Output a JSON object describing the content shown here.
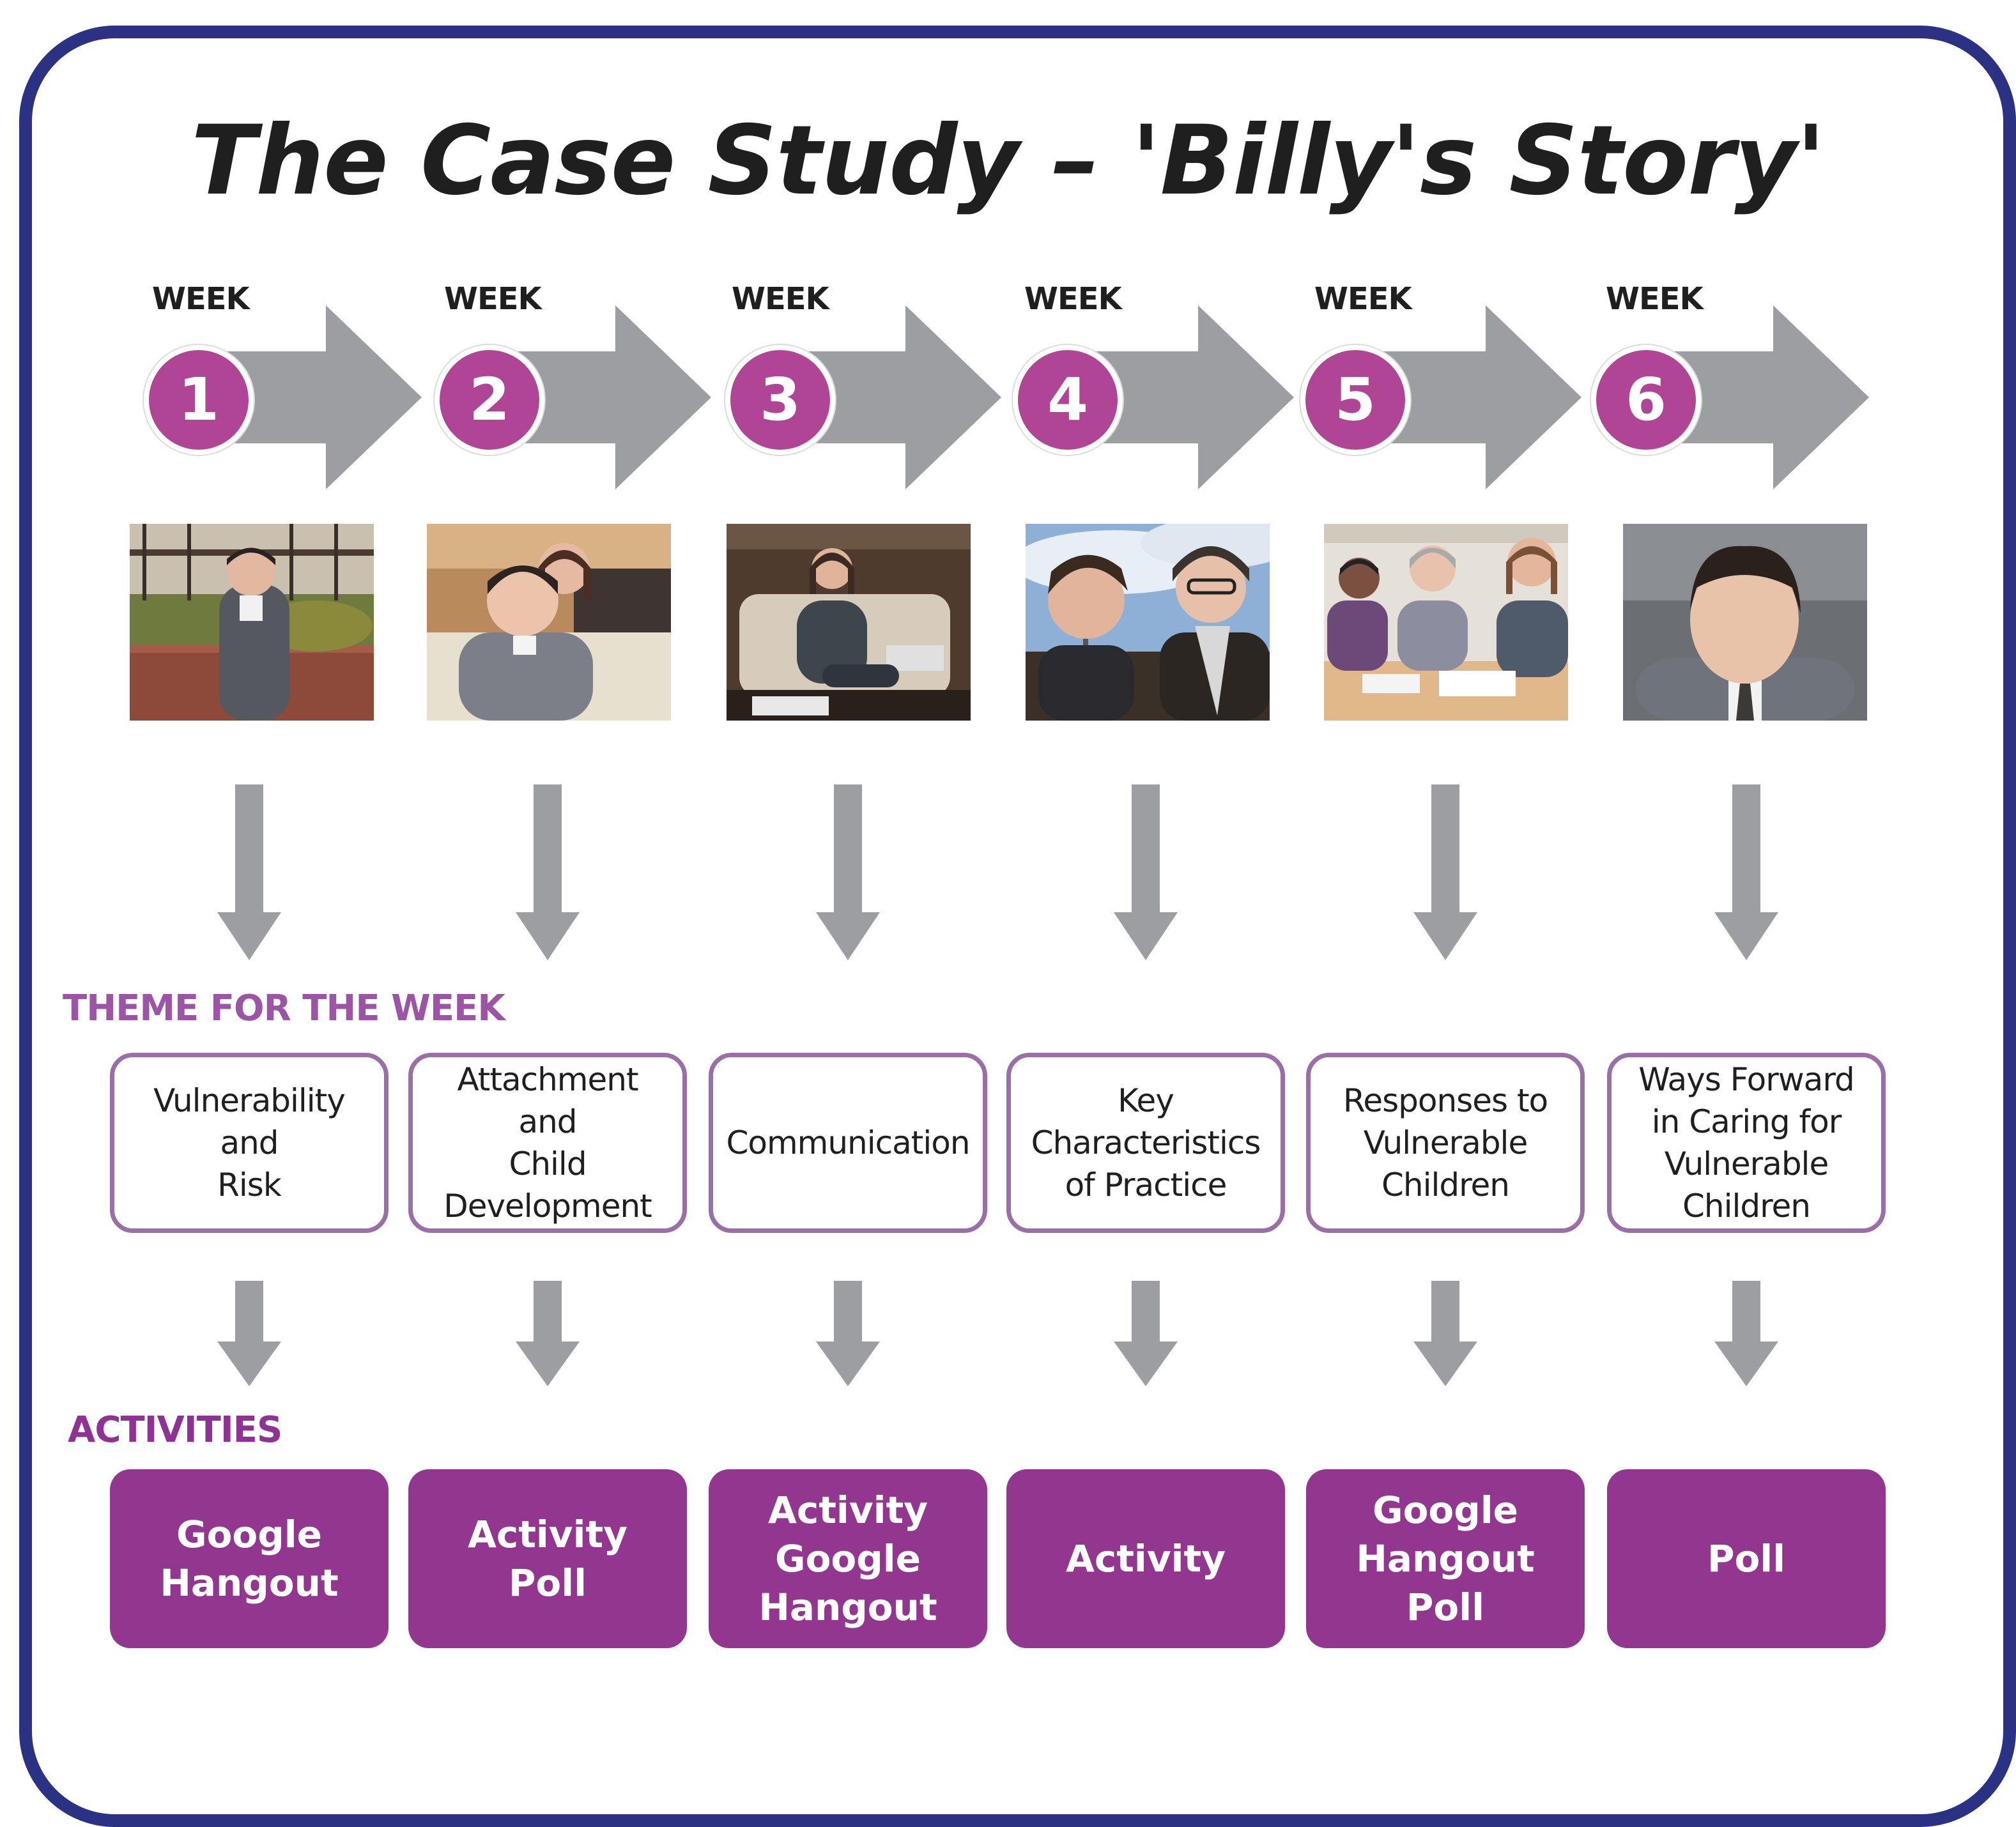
{
  "title": "The Case Study – 'Billy's Story'",
  "week_label": "WEEK",
  "weeks": [
    {
      "number": "1",
      "photo_icon": "boy-walking-photo",
      "theme": "Vulnerability\nand\nRisk",
      "activities": "Google\nHangout"
    },
    {
      "number": "2",
      "photo_icon": "boy-and-mother-photo",
      "theme": "Attachment\nand\nChild Development",
      "activities": "Activity\nPoll"
    },
    {
      "number": "3",
      "photo_icon": "woman-on-sofa-photo",
      "theme": "Communication",
      "activities": "Activity\nGoogle\nHangout"
    },
    {
      "number": "4",
      "photo_icon": "two-boys-outdoors-photo",
      "theme": "Key\nCharacteristics\nof Practice",
      "activities": "Activity"
    },
    {
      "number": "5",
      "photo_icon": "meeting-table-photo",
      "theme": "Responses to\nVulnerable\nChildren",
      "activities": "Google\nHangout\nPoll"
    },
    {
      "number": "6",
      "photo_icon": "boy-portrait-photo",
      "theme": "Ways Forward\nin Caring for\nVulnerable Children",
      "activities": "Poll"
    }
  ],
  "theme_section_label": "THEME FOR THE WEEK",
  "activities_section_label": "ACTIVITIES",
  "colors": {
    "frame": "#2b3183",
    "accent_magenta": "#b04595",
    "activity_box": "#93368f",
    "theme_border": "#9a6ea6",
    "arrow_grey": "#9d9ea2"
  }
}
